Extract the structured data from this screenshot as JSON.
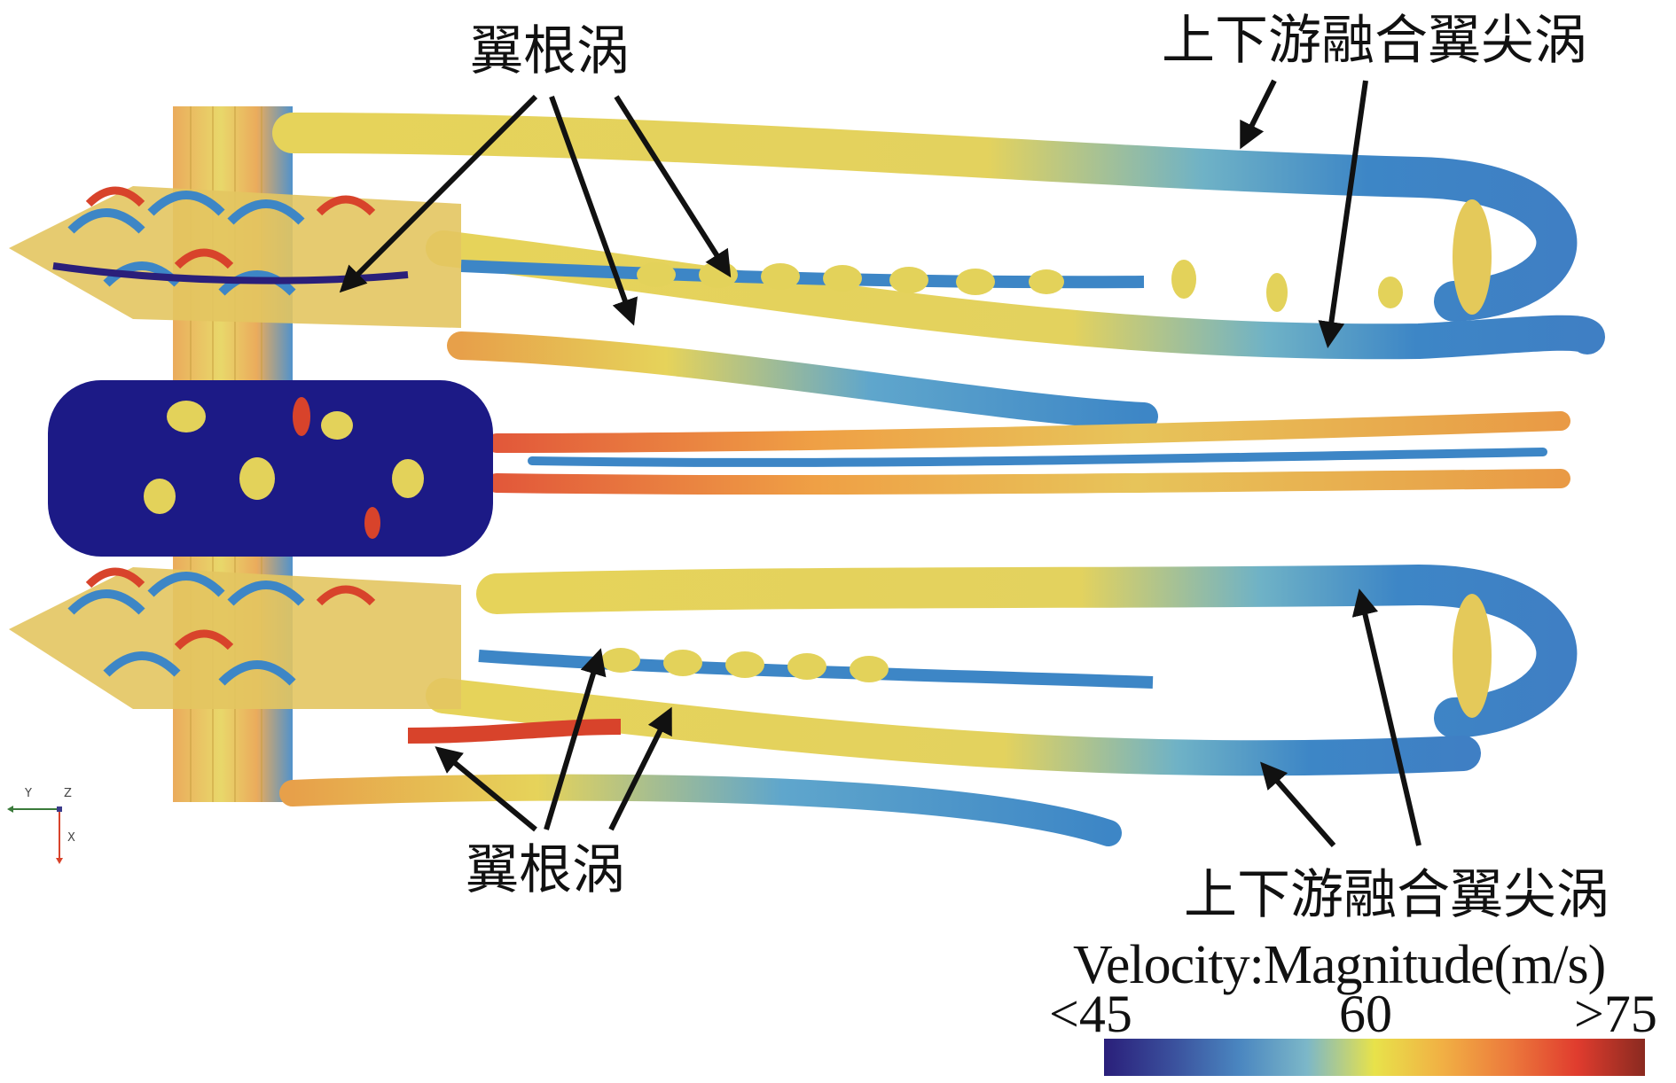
{
  "annotations": {
    "root_vortex_top": "翼根涡",
    "root_vortex_bottom": "翼根涡",
    "tip_vortex_top": "上下游融合翼尖涡",
    "tip_vortex_bottom": "上下游融合翼尖涡"
  },
  "colorbar": {
    "title": "Velocity:Magnitude(m/s)",
    "min_label": "<45",
    "mid_label": "60",
    "max_label": ">75",
    "stops": [
      "#2a1f7a",
      "#3a4f9c",
      "#4a86c0",
      "#7cb7c8",
      "#e8e24a",
      "#f1b044",
      "#ec7a3c",
      "#e03c2e",
      "#8a2a20"
    ]
  },
  "axes_triad": {
    "y": "Y",
    "z": "Z",
    "x": "X"
  },
  "palette": {
    "yellow": "#e6d35a",
    "blue": "#3d86c6",
    "navy": "#1c1a86",
    "orange": "#e98a3a",
    "red": "#d8432b",
    "green": "#a9c85a"
  }
}
